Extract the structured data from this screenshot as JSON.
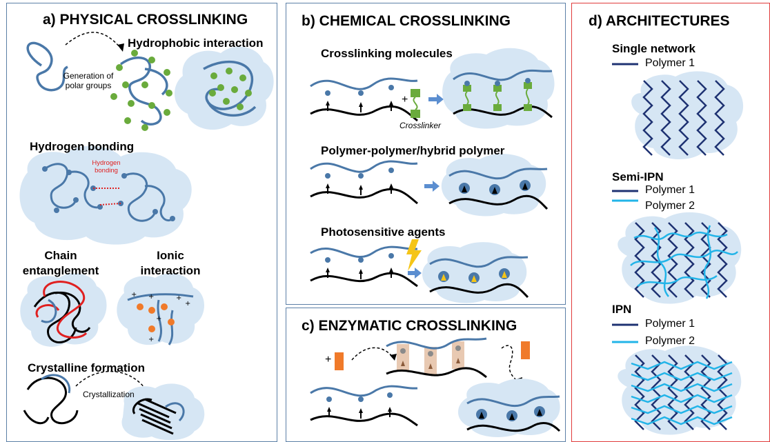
{
  "panels": {
    "a": {
      "title": "a) PHYSICAL CROSSLINKING",
      "hydrophobic": "Hydrophobic interaction",
      "generation": "Generation of polar groups",
      "hydrogen_bonding": "Hydrogen bonding",
      "hydrogen_bonding_label": "Hydrogen bonding",
      "chain_entanglement": "Chain entanglement",
      "ionic_interaction": "Ionic interaction",
      "crystalline_formation": "Crystalline formation",
      "crystallization": "Crystallization"
    },
    "b": {
      "title": "b) CHEMICAL CROSSLINKING",
      "crosslinking_molecules": "Crosslinking molecules",
      "plus": "+",
      "crosslinker": "Crosslinker",
      "polymer_hybrid": "Polymer-polymer/hybrid polymer",
      "photosensitive": "Photosensitive agents"
    },
    "c": {
      "title": "c) ENZYMATIC CROSSLINKING",
      "plus": "+"
    },
    "d": {
      "title": "d) ARCHITECTURES",
      "single_network": "Single network",
      "semi_ipn": "Semi-IPN",
      "ipn": "IPN",
      "polymer1": "Polymer 1",
      "polymer2": "Polymer 2"
    }
  },
  "colors": {
    "polymer_blue": "#4a78a8",
    "polymer_dark": "#1e3272",
    "polymer_light": "#22b4e8",
    "cloud": "#d6e6f4",
    "green": "#6aab3c",
    "orange": "#f07a2a",
    "red": "#e02020",
    "yellow": "#f5c518",
    "panel_border": "#5b7fa6",
    "arch_border": "#e03a3a"
  }
}
